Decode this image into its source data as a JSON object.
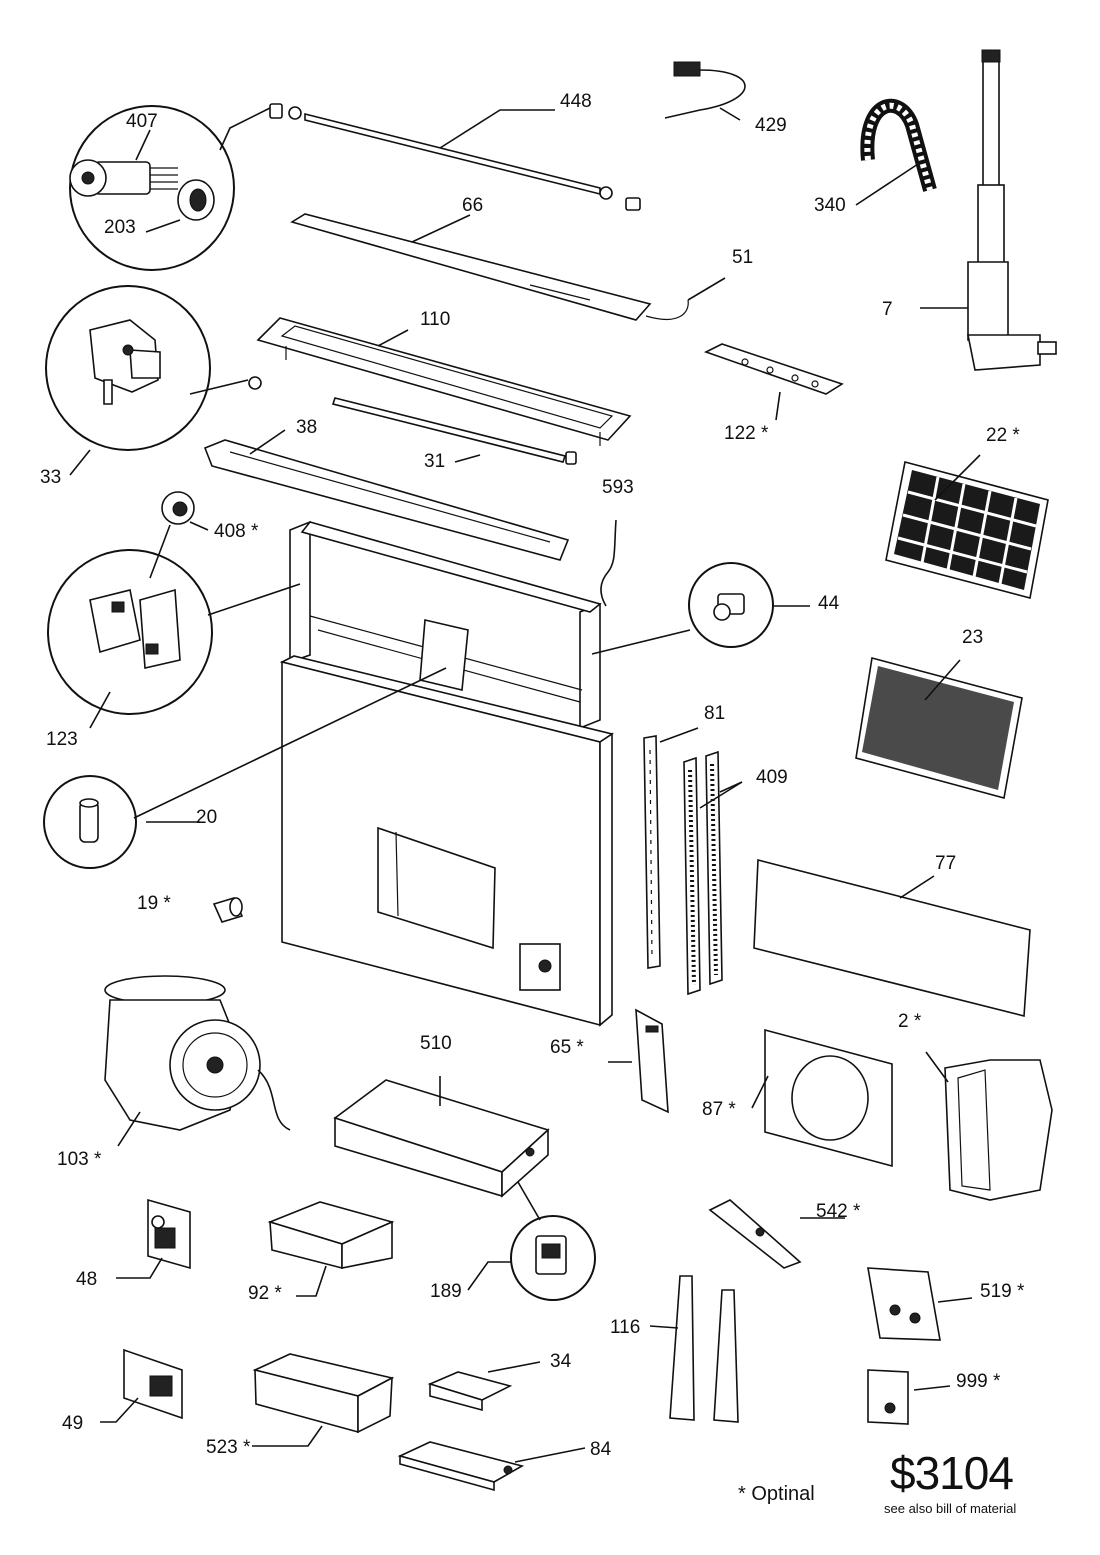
{
  "labels": [
    {
      "id": "448",
      "text": "448"
    },
    {
      "id": "407",
      "text": "407"
    },
    {
      "id": "203",
      "text": "203"
    },
    {
      "id": "429",
      "text": "429"
    },
    {
      "id": "340",
      "text": "340"
    },
    {
      "id": "66",
      "text": "66"
    },
    {
      "id": "51",
      "text": "51"
    },
    {
      "id": "7",
      "text": "7"
    },
    {
      "id": "110",
      "text": "110"
    },
    {
      "id": "33",
      "text": "33"
    },
    {
      "id": "122",
      "text": "122 *"
    },
    {
      "id": "38",
      "text": "38"
    },
    {
      "id": "31",
      "text": "31"
    },
    {
      "id": "22",
      "text": "22 *"
    },
    {
      "id": "593",
      "text": "593"
    },
    {
      "id": "408",
      "text": "408 *"
    },
    {
      "id": "44",
      "text": "44"
    },
    {
      "id": "23",
      "text": "23"
    },
    {
      "id": "123",
      "text": "123"
    },
    {
      "id": "81",
      "text": "81"
    },
    {
      "id": "409",
      "text": "409"
    },
    {
      "id": "20",
      "text": "20"
    },
    {
      "id": "77",
      "text": "77"
    },
    {
      "id": "19",
      "text": "19 *"
    },
    {
      "id": "510",
      "text": "510"
    },
    {
      "id": "65",
      "text": "65 *"
    },
    {
      "id": "2",
      "text": "2 *"
    },
    {
      "id": "87",
      "text": "87 *"
    },
    {
      "id": "103",
      "text": "103 *"
    },
    {
      "id": "542",
      "text": "542 *"
    },
    {
      "id": "48",
      "text": "48"
    },
    {
      "id": "92",
      "text": "92 *"
    },
    {
      "id": "189",
      "text": "189"
    },
    {
      "id": "519",
      "text": "519 *"
    },
    {
      "id": "116",
      "text": "116"
    },
    {
      "id": "34",
      "text": "34"
    },
    {
      "id": "999",
      "text": "999 *"
    },
    {
      "id": "49",
      "text": "49"
    },
    {
      "id": "523",
      "text": "523 *"
    },
    {
      "id": "84",
      "text": "84"
    }
  ],
  "footer": {
    "optional_note": "* Optinal",
    "model_code": "$3104",
    "model_subtitle": "see also bill of material"
  }
}
